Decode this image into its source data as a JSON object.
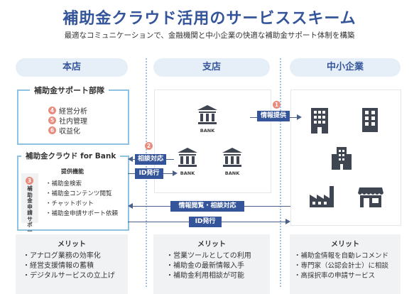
{
  "title": "補助金クラウド活用のサービススキーム",
  "subtitle": "最適なコミュニケーションで、金融機関と中小企業の快適な補助金サポート体制を構築",
  "columns": {
    "honten": "本店",
    "shiten": "支店",
    "chusho": "中小企業"
  },
  "support_dept": {
    "title": "補助金サポート部隊",
    "items": [
      {
        "num": "4",
        "label": "経営分析"
      },
      {
        "num": "5",
        "label": "社内管理"
      },
      {
        "num": "6",
        "label": "収益化"
      }
    ]
  },
  "cloud": {
    "title": "補助金クラウド for Bank",
    "side_num": "3",
    "side_label": "補助金申請サポート",
    "features_title": "提供機能",
    "features": [
      "・補助金検索",
      "・補助金コンテンツ閲覧",
      "・チャットボット",
      "・補助金申請サポート依頼"
    ]
  },
  "bank_label": "BANK",
  "flows": {
    "info": {
      "num": "1",
      "label": "情報提供"
    },
    "consult": {
      "num": "2",
      "label": "相談対応"
    },
    "id_issue": "ID発行",
    "browse_consult": "情報閲覧・相談対応",
    "id_issue2": "ID発行"
  },
  "merits": {
    "honten": {
      "title": "メリット",
      "items": [
        "・アナログ業務の効率化",
        "・経営支援情報の蓄積",
        "・デジタルサービスの立上げ"
      ]
    },
    "shiten": {
      "title": "メリット",
      "items": [
        "・営業ツールとしての利用",
        "・補助金の最新情報入手",
        "・補助金利用相談が可能"
      ]
    },
    "chusho": {
      "title": "メリット",
      "items": [
        "・補助金情報を自動レコメンド",
        "・専門家（公認会計士）に相談",
        "・高採択率の申請サービス"
      ]
    }
  },
  "colors": {
    "navy": "#34559a",
    "light_blue": "#e6eff7",
    "panel_border": "#8ec2e3",
    "badge": "#e98c7d",
    "icon": "#3f4652"
  }
}
